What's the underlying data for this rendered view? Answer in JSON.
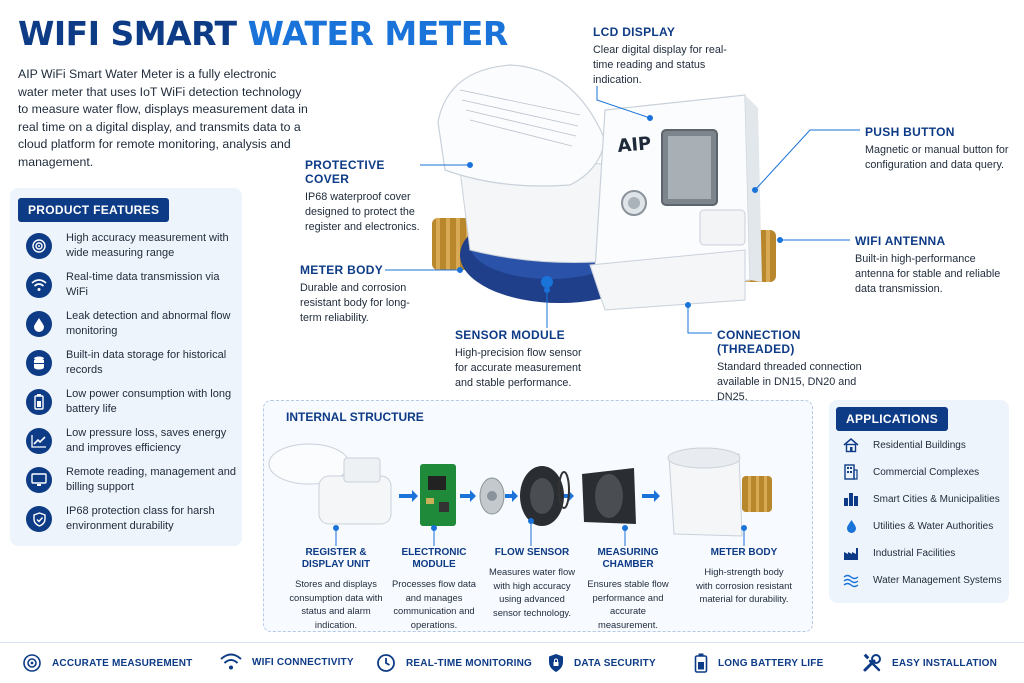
{
  "title": {
    "part1": "WIFI SMART ",
    "part2": "WATER METER"
  },
  "intro": "AIP WiFi Smart Water Meter is a fully electronic water meter that uses IoT WiFi detection technology to measure water flow, displays measurement data in real time on a digital display, and transmits data to a cloud platform for remote monitoring, analysis and management.",
  "features": {
    "heading": "PRODUCT FEATURES",
    "items": [
      {
        "icon": "target-icon",
        "text": "High accuracy measurement with wide measuring range"
      },
      {
        "icon": "wifi-icon",
        "text": "Real-time data transmission via WiFi"
      },
      {
        "icon": "water-drop-icon",
        "text": "Leak detection and abnormal flow monitoring"
      },
      {
        "icon": "database-icon",
        "text": "Built-in data storage for historical records"
      },
      {
        "icon": "battery-icon",
        "text": "Low power consumption with long battery life"
      },
      {
        "icon": "chart-line-icon",
        "text": "Low pressure loss, saves energy and improves efficiency"
      },
      {
        "icon": "monitor-icon",
        "text": "Remote reading, management and billing support"
      },
      {
        "icon": "shield-icon",
        "text": "IP68 protection class for harsh environment durability"
      }
    ]
  },
  "callouts": {
    "lcd": {
      "title": "LCD DISPLAY",
      "desc": "Clear digital display for real-time reading and status indication."
    },
    "push": {
      "title": "PUSH BUTTON",
      "desc": "Magnetic or manual button for configuration and data query."
    },
    "cover": {
      "title": "PROTECTIVE COVER",
      "desc": "IP68 waterproof cover designed to protect the register and electronics."
    },
    "antenna": {
      "title": "WIFI ANTENNA",
      "desc": "Built-in high-performance antenna for stable and reliable data transmission."
    },
    "body": {
      "title": "METER BODY",
      "desc": "Durable and corrosion resistant body for long-term reliability."
    },
    "sensor": {
      "title": "SENSOR MODULE",
      "desc": "High-precision flow sensor for accurate measurement and stable performance."
    },
    "connection": {
      "title": "CONNECTION (THREADED)",
      "desc": "Standard threaded connection available in DN15, DN20 and DN25."
    }
  },
  "meter": {
    "brand": "AIP"
  },
  "internal": {
    "heading": "INTERNAL STRUCTURE",
    "components": [
      {
        "title": "REGISTER & DISPLAY UNIT",
        "desc": "Stores and displays consumption data with status and alarm indication."
      },
      {
        "title": "ELECTRONIC MODULE",
        "desc": "Processes flow data and manages communication and operations."
      },
      {
        "title": "FLOW SENSOR",
        "desc": "Measures water flow with high accuracy using advanced sensor technology."
      },
      {
        "title": "MEASURING CHAMBER",
        "desc": "Ensures stable flow performance and accurate measurement."
      },
      {
        "title": "METER BODY",
        "desc": "High-strength body with corrosion resistant material for durability."
      }
    ]
  },
  "applications": {
    "heading": "APPLICATIONS",
    "items": [
      {
        "icon": "house-icon",
        "text": "Residential Buildings"
      },
      {
        "icon": "building-icon",
        "text": "Commercial Complexes"
      },
      {
        "icon": "city-icon",
        "text": "Smart Cities & Municipalities"
      },
      {
        "icon": "water-drop-icon",
        "text": "Utilities & Water Authorities"
      },
      {
        "icon": "factory-icon",
        "text": "Industrial Facilities"
      },
      {
        "icon": "waves-icon",
        "text": "Water Management Systems"
      }
    ]
  },
  "bottom_bar": [
    {
      "icon": "target-icon",
      "text": "ACCURATE MEASUREMENT"
    },
    {
      "icon": "wifi-icon",
      "text": "WIFI CONNECTIVITY"
    },
    {
      "icon": "clock-icon",
      "text": "REAL-TIME MONITORING"
    },
    {
      "icon": "lock-icon",
      "text": "DATA SECURITY"
    },
    {
      "icon": "battery-icon",
      "text": "LONG BATTERY LIFE"
    },
    {
      "icon": "tools-icon",
      "text": "EASY INSTALLATION"
    }
  ],
  "colors": {
    "navy": "#0d3b86",
    "blue": "#1a73d9",
    "panel": "#eef4fb",
    "brass": "#b8862b",
    "meter_blue": "#1f3f8a"
  }
}
